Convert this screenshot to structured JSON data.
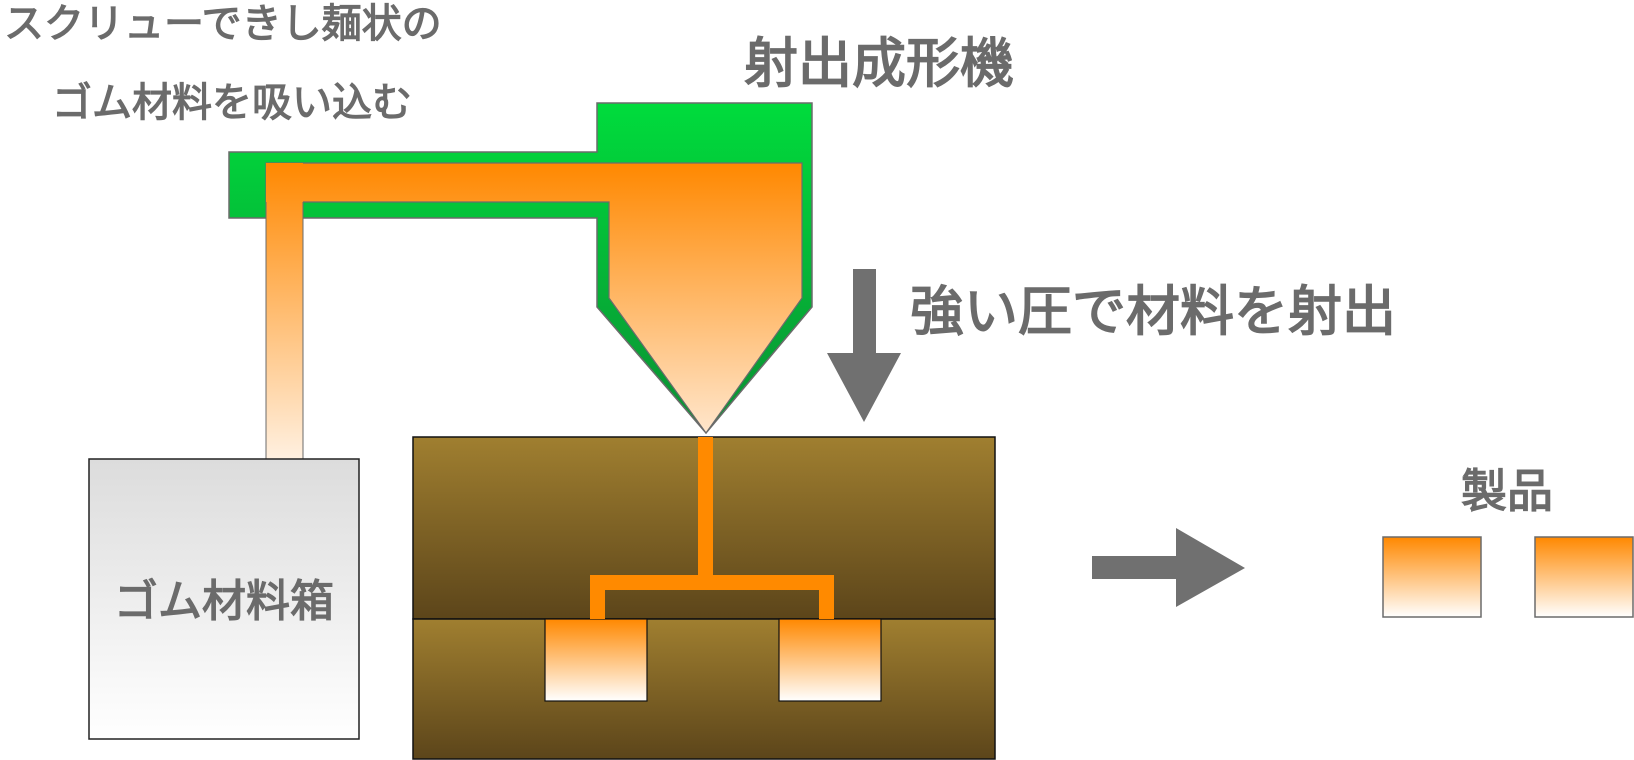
{
  "labels": {
    "intake_line1": "スクリューできし麺状の",
    "intake_line2": "ゴム材料を吸い込む",
    "machine": "射出成形機",
    "pressure": "強い圧で材料を射出",
    "product": "製品",
    "rubber_box": "ゴム材料箱"
  },
  "colors": {
    "machine_green": "#0a9e35",
    "material_orange": "#ff8a00",
    "mold_brown": "#7e6226",
    "arrow_gray": "#707070",
    "text_gray": "#6b6b6b"
  },
  "icons": {
    "down_arrow": "down-arrow-icon",
    "right_arrow": "right-arrow-icon"
  }
}
